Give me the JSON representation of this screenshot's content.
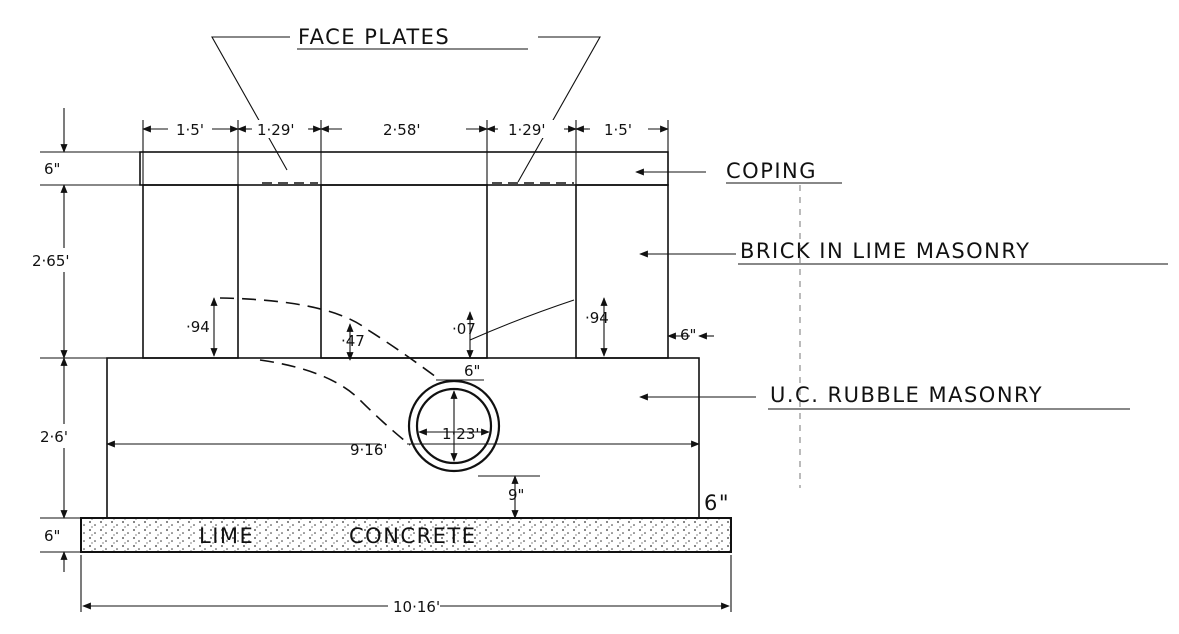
{
  "labels": {
    "face_plates": "FACE PLATES",
    "coping": "COPING",
    "brick": "BRICK IN LIME MASONRY",
    "rubble": "U.C. RUBBLE MASONRY",
    "concrete_a": "LIME",
    "concrete_b": "CONCRETE"
  },
  "dims": {
    "top_1": "1·5'",
    "top_2": "1·29'",
    "top_3": "2·58'",
    "top_4": "1·29'",
    "top_5": "1·5'",
    "coping_h": "6\"",
    "brick_h": "2·65'",
    "rubble_h": "2·6'",
    "concrete_h": "6\"",
    "total_w": "10·16'",
    "rubble_w": "9·16'",
    "pipe_d": "1·23'",
    "pipe_top": "6\"",
    "pipe_bot": "9\"",
    "right_offset": "6\"",
    "right_6": "6\"",
    "d1": "·94",
    "d2": "·47",
    "d3": "·07",
    "d4": "·94"
  }
}
